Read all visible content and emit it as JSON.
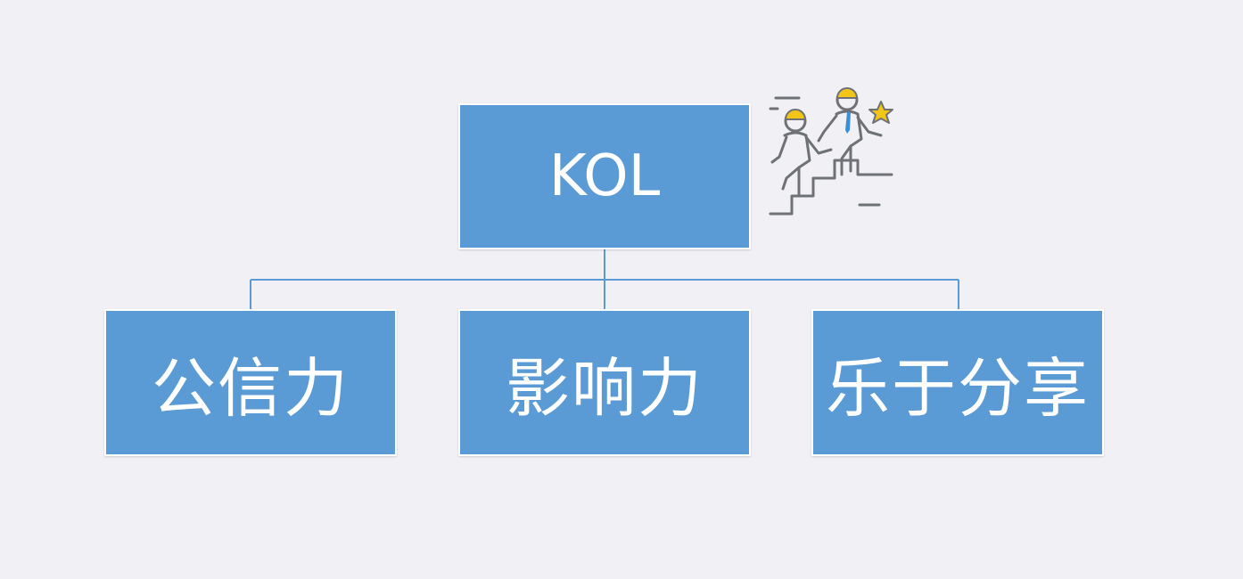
{
  "diagram": {
    "root": {
      "label": "KOL"
    },
    "children": [
      {
        "label": "公信力"
      },
      {
        "label": "影响力"
      },
      {
        "label": "乐于分享"
      }
    ],
    "icon": "people-climbing-stairs-star-icon",
    "colors": {
      "node_fill": "#5b9bd5",
      "node_border": "#ffffff",
      "connector": "#5b9bd5",
      "background": "#f1f0f4",
      "icon_line": "#6e7277",
      "icon_accent": "#f3c518",
      "icon_tie": "#3a8fd6"
    }
  }
}
